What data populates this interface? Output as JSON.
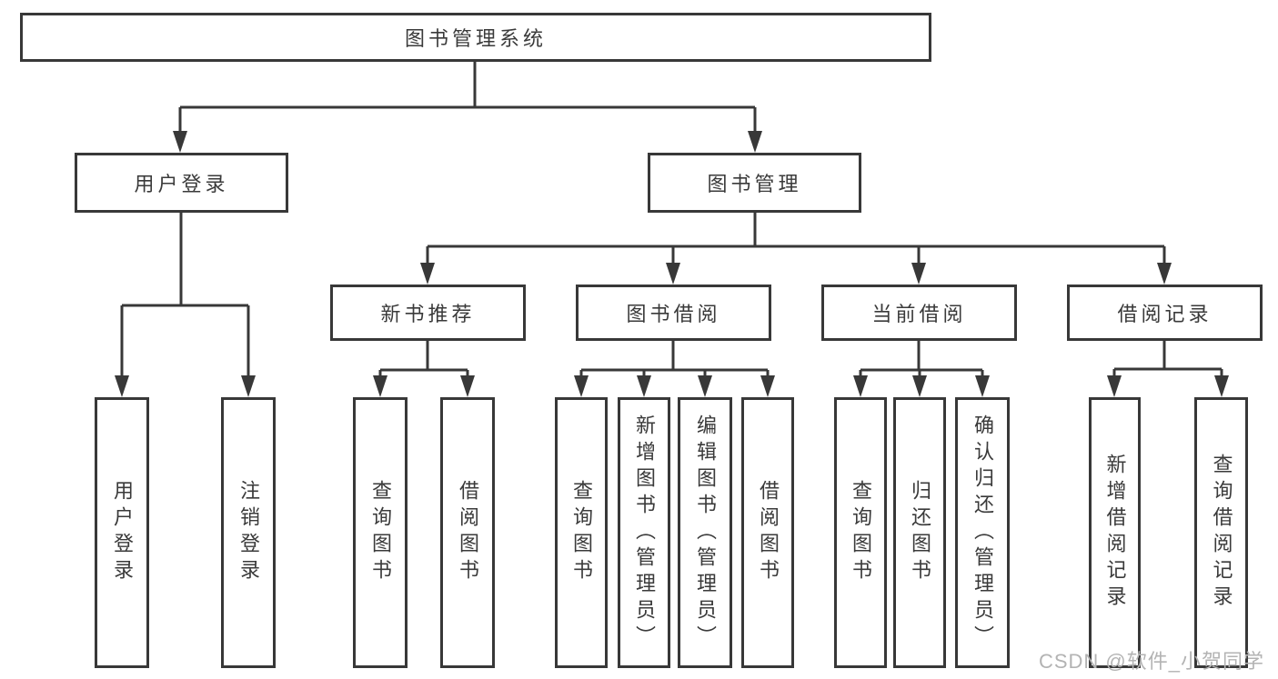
{
  "nodes": {
    "root": "图书管理系统",
    "level2": [
      "用户登录",
      "图书管理"
    ],
    "level3": [
      "新书推荐",
      "图书借阅",
      "当前借阅",
      "借阅记录"
    ],
    "leaves": [
      "用户登录",
      "注销登录",
      "查询图书",
      "借阅图书",
      "查询图书",
      "新增图书（管理员）",
      "编辑图书（管理员）",
      "借阅图书",
      "查询图书",
      "归还图书",
      "确认归还（管理员）",
      "新增借阅记录",
      "查询借阅记录"
    ]
  },
  "hierarchy": {
    "图书管理系统": {
      "用户登录": [
        "用户登录",
        "注销登录"
      ],
      "图书管理": {
        "新书推荐": [
          "查询图书",
          "借阅图书"
        ],
        "图书借阅": [
          "查询图书",
          "新增图书（管理员）",
          "编辑图书（管理员）",
          "借阅图书"
        ],
        "当前借阅": [
          "查询图书",
          "归还图书",
          "确认归还（管理员）"
        ],
        "借阅记录": [
          "新增借阅记录",
          "查询借阅记录"
        ]
      }
    }
  },
  "watermark": "CSDN @软件_小贺同学",
  "colors": {
    "line": "#383838",
    "text": "#3a3a3a",
    "box_background": "#ffffff",
    "watermark": "#b3b3b3"
  }
}
